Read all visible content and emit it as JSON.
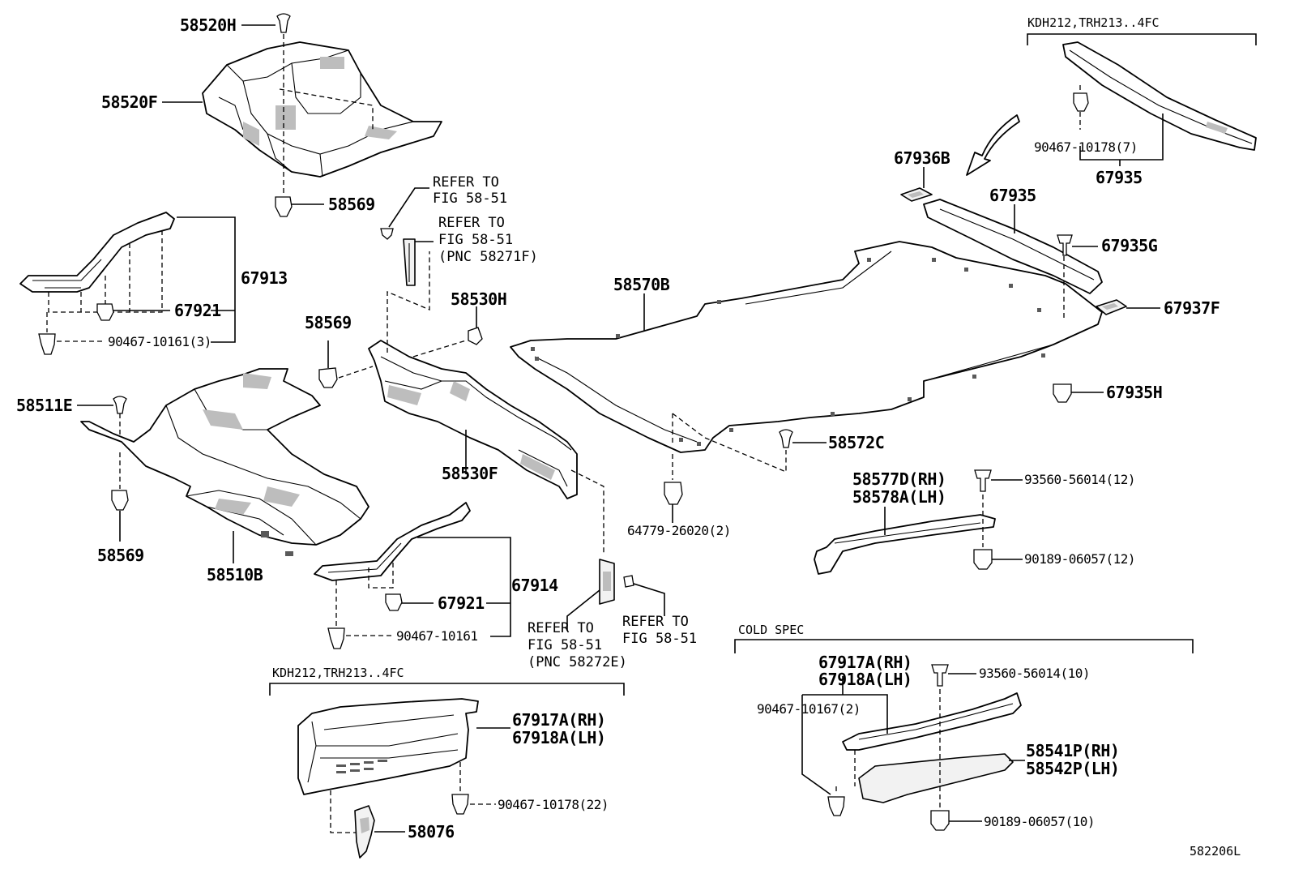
{
  "diagram_code": "582206L",
  "callouts": {
    "p58520H": "58520H",
    "p58520F": "58520F",
    "p58569a": "58569",
    "p58569b": "58569",
    "p58569c": "58569",
    "p67913": "67913",
    "p67921a": "67921",
    "p67921b": "67921",
    "p90467_10161_3": "90467-10161(3)",
    "p90467_10161": "90467-10161",
    "p58511E": "58511E",
    "p58510B": "58510B",
    "p67914": "67914",
    "p58530H": "58530H",
    "p58530F": "58530F",
    "p58570B": "58570B",
    "p64779": "64779-26020(2)",
    "p58572C": "58572C",
    "p67936B": "67936B",
    "p67935a": "67935",
    "p67935b": "67935",
    "p67935G": "67935G",
    "p67937F": "67937F",
    "p67935H": "67935H",
    "p90467_10178_7": "90467-10178(7)",
    "p58577D": "58577D(RH)",
    "p58578A": "58578A(LH)",
    "p93560_12": "93560-56014(12)",
    "p90189_12": "90189-06057(12)",
    "p67917A_a": "67917A(RH)",
    "p67918A_a": "67918A(LH)",
    "p90467_10178_22": "90467-10178(22)",
    "p58076": "58076",
    "p67917A_b": "67917A(RH)",
    "p67918A_b": "67918A(LH)",
    "p93560_10": "93560-56014(10)",
    "p90467_10167_2": "90467-10167(2)",
    "p58541P": "58541P(RH)",
    "p58542P": "58542P(LH)",
    "p90189_10": "90189-06057(10)"
  },
  "refer_notes": {
    "r1_l1": "REFER TO",
    "r1_l2": "FIG 58-51",
    "r2_l1": "REFER TO",
    "r2_l2": "FIG 58-51",
    "r2_l3": "(PNC 58271F)",
    "r3_l1": "REFER TO",
    "r3_l2": "FIG 58-51",
    "r3_l3": "(PNC 58272E)",
    "r4_l1": "REFER TO",
    "r4_l2": "FIG 58-51"
  },
  "spec_labels": {
    "kdh_top": "KDH212,TRH213..4FC",
    "kdh_bottom": "KDH212,TRH213..4FC",
    "cold_spec": "COLD SPEC"
  }
}
